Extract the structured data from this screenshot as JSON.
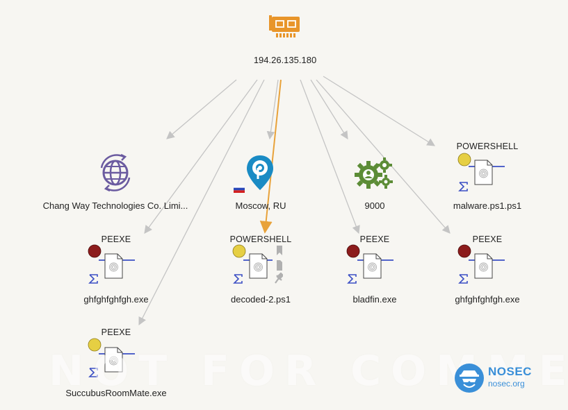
{
  "root": {
    "ip": "194.26.135.180",
    "icon": "network-card-icon"
  },
  "nodes": {
    "asn": {
      "label": "Chang Way Technologies Co. Limi...",
      "icon": "globe-icon"
    },
    "location": {
      "label": "Moscow, RU",
      "icon": "location-pin-icon",
      "flag": "russia-flag-icon"
    },
    "port": {
      "label": "9000",
      "icon": "gears-icon"
    },
    "malware_ps1": {
      "type": "POWERSHELL",
      "label": "malware.ps1.ps1",
      "status": "yellow"
    },
    "file_ghf_left": {
      "type": "PEEXE",
      "label": "ghfghfghfgh.exe",
      "status": "red"
    },
    "decoded": {
      "type": "POWERSHELL",
      "label": "decoded-2.ps1",
      "status": "yellow"
    },
    "bladfin": {
      "type": "PEEXE",
      "label": "bladfin.exe",
      "status": "red"
    },
    "file_ghf_right": {
      "type": "PEEXE",
      "label": "ghfghfghfgh.exe",
      "status": "red"
    },
    "succubus": {
      "type": "PEEXE",
      "label": "SuccubusRoomMate.exe",
      "status": "yellow"
    }
  },
  "watermark": "NOT FOR COMMERCIAL USE",
  "brand": {
    "name": "NOSEC",
    "site": "nosec.org"
  },
  "colors": {
    "edge": "#c4c4c4",
    "highlight_edge": "#e8a23a",
    "status_red": "#8c1c1c",
    "status_yellow": "#e6cf43",
    "accent_blue": "#3b4fc4",
    "orange": "#e8952a",
    "purple": "#6b5ba0",
    "green": "#5c8c36",
    "teal": "#1a8bc4"
  }
}
